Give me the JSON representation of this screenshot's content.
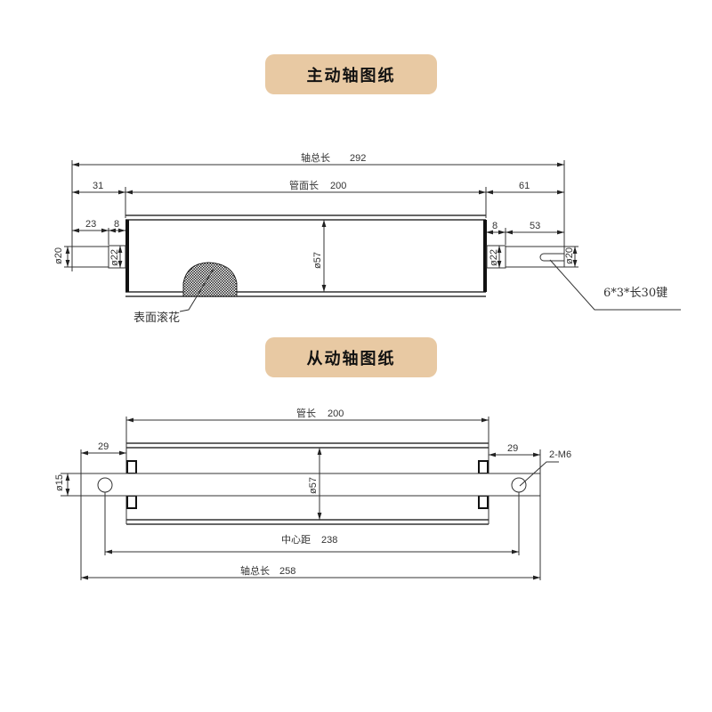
{
  "drive_section": {
    "title": "主动轴图纸",
    "total_length_label": "轴总长",
    "total_length": "292",
    "tube_face_label": "管面长",
    "tube_face_length": "200",
    "left_shaft_total": "31",
    "left_shaft_length": "23",
    "left_shoulder": "8",
    "right_shaft_total": "61",
    "right_shoulder": "8",
    "right_shaft_length": "53",
    "left_shaft_dia": "ø20",
    "left_shoulder_dia": "ø22",
    "tube_dia": "ø57",
    "right_shoulder_dia": "ø22",
    "right_shaft_dia": "ø20",
    "knurl_note": "表面滚花",
    "keyway_note": "6*3*长30键"
  },
  "driven_section": {
    "title": "从动轴图纸",
    "tube_length_label": "管长",
    "tube_length": "200",
    "left_overhang": "29",
    "right_overhang": "29",
    "shaft_dia": "ø15",
    "tube_dia": "ø57",
    "hole_note": "2-M6",
    "center_distance_label": "中心距",
    "center_distance": "238",
    "total_length_label": "轴总长",
    "total_length": "258"
  },
  "colors": {
    "badge_bg": "#e8c9a3",
    "line": "#333333"
  }
}
